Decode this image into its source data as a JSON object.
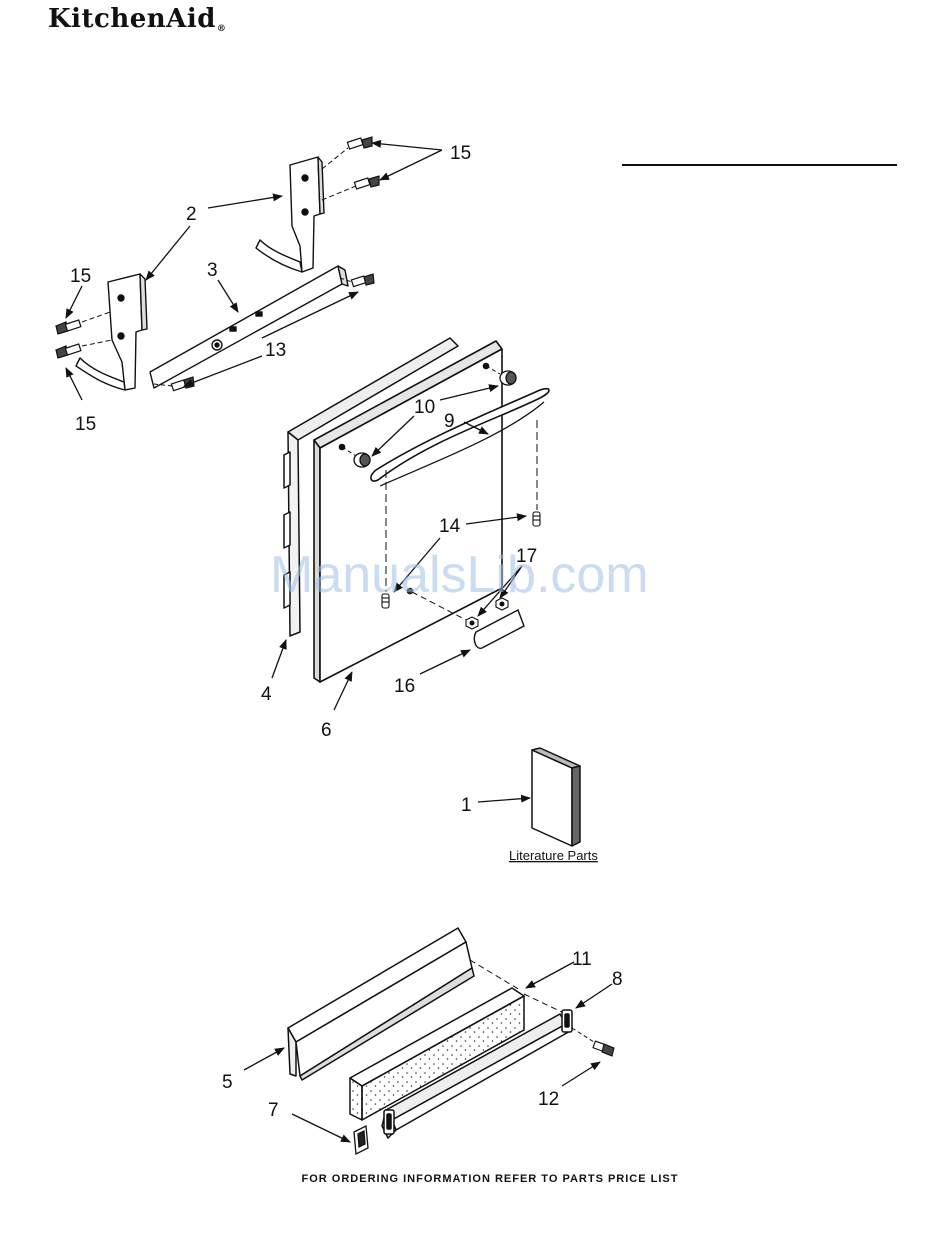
{
  "brand": {
    "name": "KitchenAid",
    "reg_mark": "®"
  },
  "callouts": {
    "c1": "1",
    "c2": "2",
    "c3": "3",
    "c4": "4",
    "c5": "5",
    "c6": "6",
    "c7": "7",
    "c8": "8",
    "c9": "9",
    "c10": "10",
    "c11": "11",
    "c12": "12",
    "c13": "13",
    "c14": "14",
    "c15": "15",
    "c16": "16",
    "c17": "17"
  },
  "literature_label": "Literature Parts",
  "watermark": "ManualsLib.com",
  "footer": "FOR ORDERING INFORMATION REFER TO PARTS PRICE LIST"
}
